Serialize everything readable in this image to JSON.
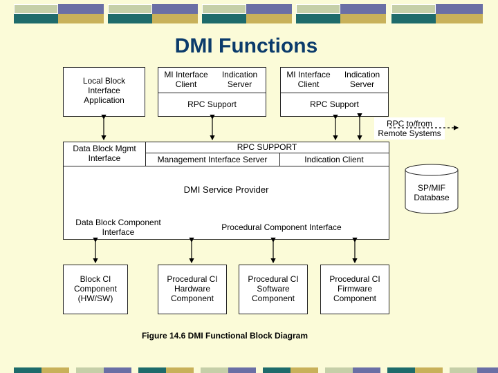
{
  "slide": {
    "title": "DMI Functions",
    "caption": "Figure 14.6 DMI Functional Block Diagram"
  },
  "palette": {
    "background": "#FBFBD8",
    "stripe_teal": "#1E6B6B",
    "stripe_sage": "#C5CFA8",
    "stripe_purple": "#6A6FA5",
    "stripe_gold": "#C8B15A",
    "title_color": "#0B3B6B"
  },
  "diagram": {
    "local_block_app": "Local Block\nInterface\nApplication",
    "mi_client_1": "MI Interface\nClient",
    "ind_server_1": "Indication\nServer",
    "rpc_support_1": "RPC Support",
    "mi_client_2": "MI Interface\nClient",
    "ind_server_2": "Indication\nServer",
    "rpc_support_2": "RPC Support",
    "rpc_remote": "RPC to/from\nRemote Systems",
    "data_block_mgmt": "Data Block Mgmt\nInterface",
    "rpc_support_main": "RPC SUPPORT",
    "mgmt_iface_server": "Management Interface Server",
    "indication_client": "Indication Client",
    "service_provider": "DMI Service Provider",
    "data_block_component": "Data Block Component\nInterface",
    "procedural_component": "Procedural Component Interface",
    "database": "SP/MIF\nDatabase",
    "block_ci": "Block CI\nComponent\n(HW/SW)",
    "proc_hw": "Procedural CI\nHardware\nComponent",
    "proc_sw": "Procedural CI\nSoftware\nComponent",
    "proc_fw": "Procedural CI\nFirmware\nComponent"
  }
}
